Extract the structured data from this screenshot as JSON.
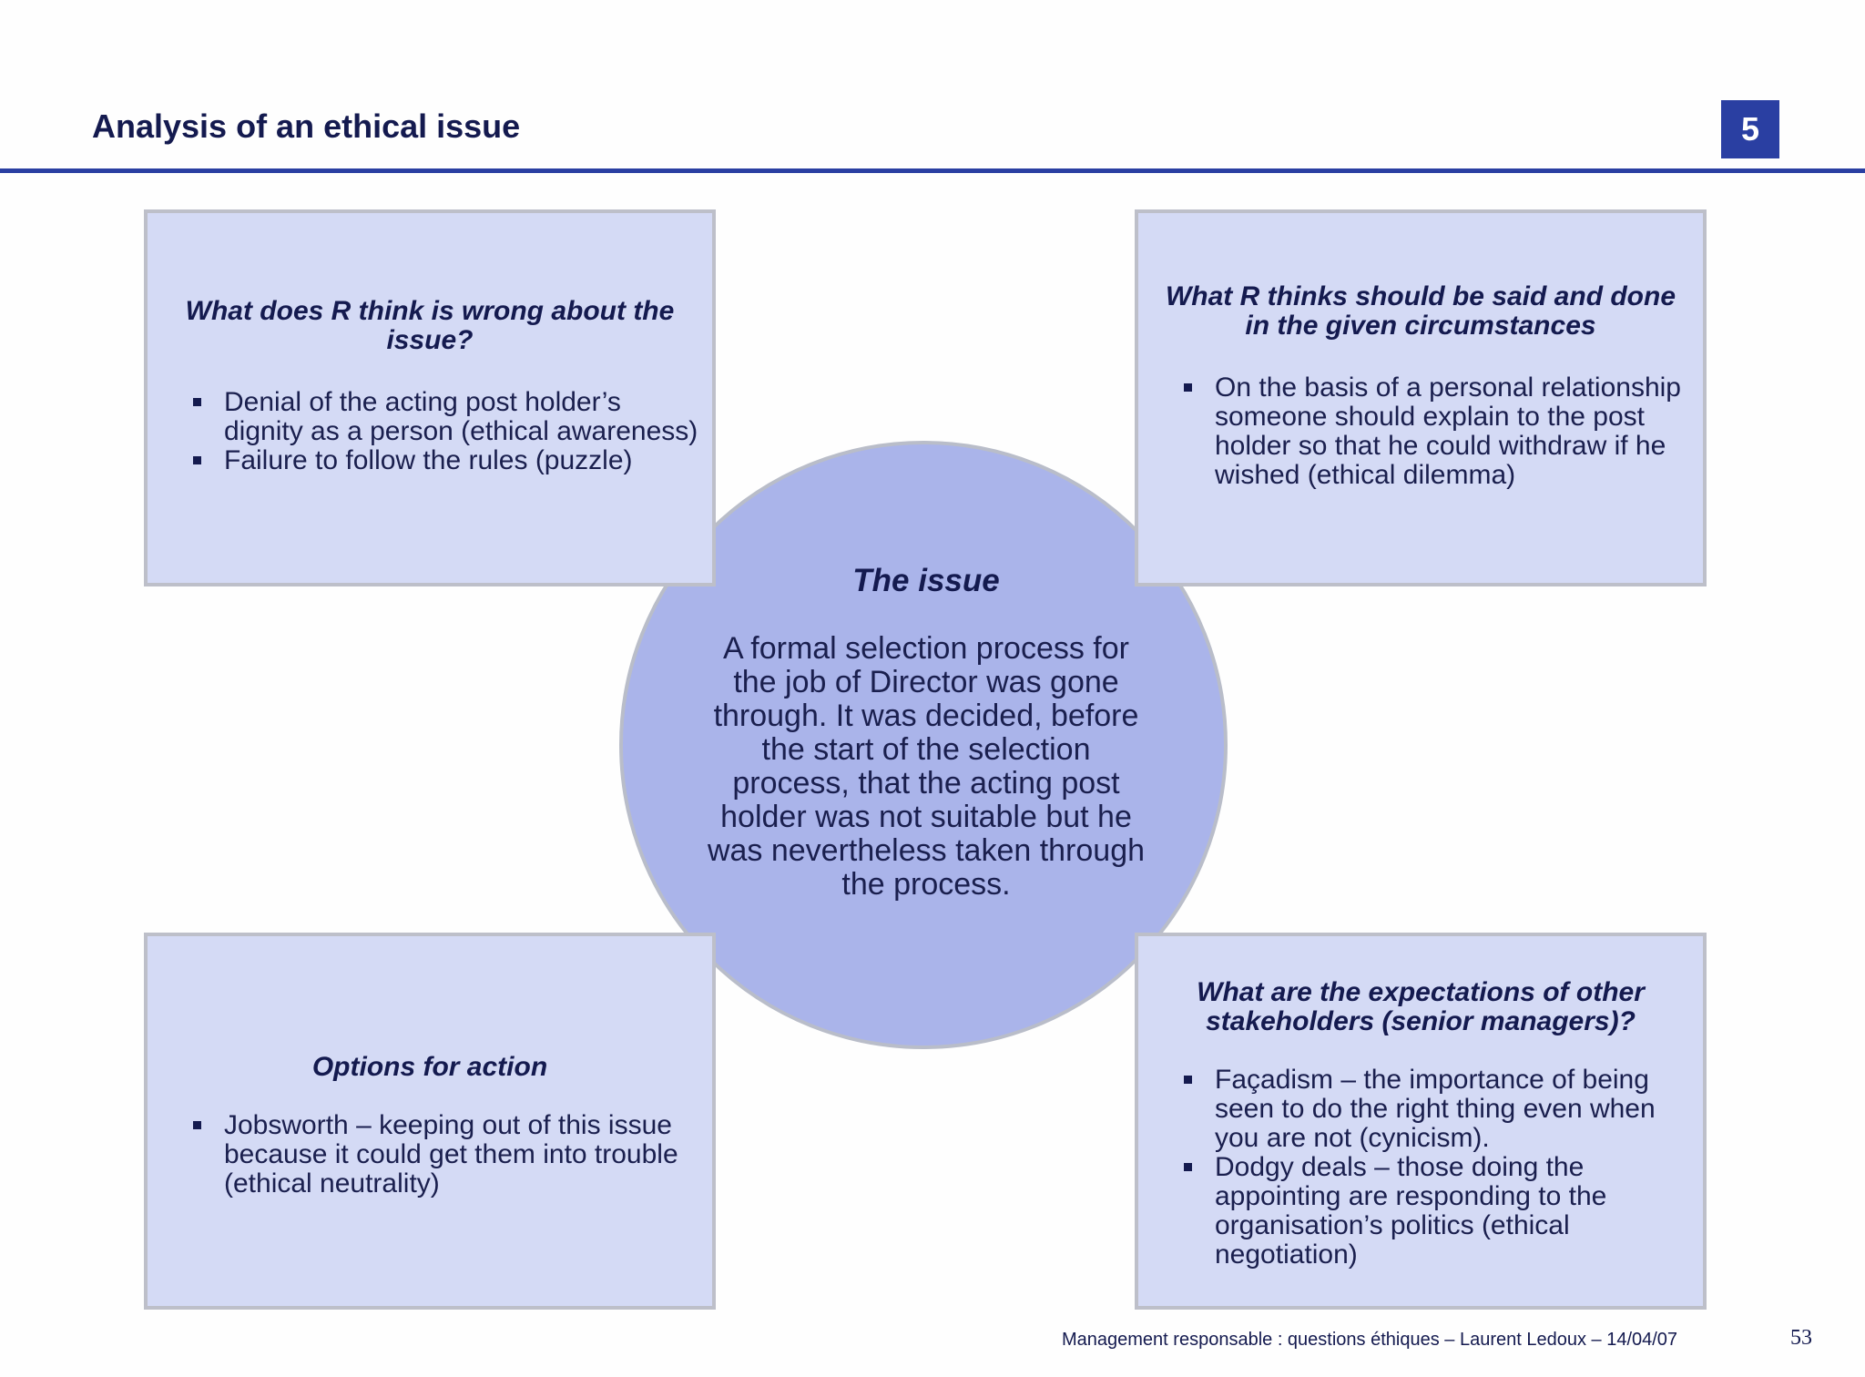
{
  "slide": {
    "title": "Analysis of an ethical issue",
    "badge": "5",
    "accent_color": "#2a3fa2",
    "circle_color": "#aab4ea",
    "box_color": "#d4daf5"
  },
  "center": {
    "heading": "The issue",
    "body": "A formal selection process for the job of Director was gone through.  It was decided, before the start of the selection process, that the acting post holder was not suitable but he was nevertheless taken through the process."
  },
  "boxes": {
    "top_left": {
      "heading": "What does R think is wrong about the issue?",
      "items": [
        "Denial of the acting post holder’s dignity as a person (ethical awareness)",
        "Failure to follow the rules (puzzle)"
      ]
    },
    "top_right": {
      "heading": "What R thinks should be said and done in the given circumstances",
      "items": [
        "On the basis of a personal relationship someone should explain to the post holder so that he could withdraw if he wished (ethical dilemma)"
      ]
    },
    "bottom_left": {
      "heading": "Options for action",
      "items": [
        "Jobsworth – keeping out of this issue because it could get them into trouble (ethical neutrality)"
      ]
    },
    "bottom_right": {
      "heading": "What are the expectations of other stakeholders (senior managers)?",
      "items": [
        "Façadism – the importance of being seen to do the right thing even when you are not (cynicism).",
        "Dodgy deals – those doing the appointing are responding to the organisation’s politics (ethical negotiation)"
      ]
    }
  },
  "footer": {
    "text": "Management responsable : questions éthiques – Laurent Ledoux – 14/04/07",
    "page_number": "53"
  }
}
